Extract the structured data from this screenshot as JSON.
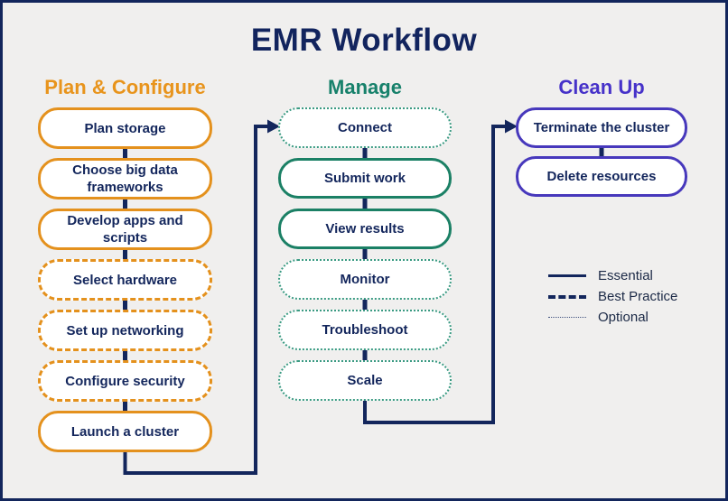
{
  "title": "EMR Workflow",
  "columns": [
    {
      "label": "Plan & Configure",
      "color": "#E4911D",
      "items": [
        {
          "label": "Plan storage",
          "style": "essential"
        },
        {
          "label": "Choose big data frameworks",
          "style": "essential"
        },
        {
          "label": "Develop apps and scripts",
          "style": "essential"
        },
        {
          "label": "Select hardware",
          "style": "best-practice"
        },
        {
          "label": "Set up networking",
          "style": "best-practice"
        },
        {
          "label": "Configure security",
          "style": "best-practice"
        },
        {
          "label": "Launch a cluster",
          "style": "essential"
        }
      ]
    },
    {
      "label": "Manage",
      "color": "#17816B",
      "items": [
        {
          "label": "Connect",
          "style": "optional"
        },
        {
          "label": "Submit work",
          "style": "essential"
        },
        {
          "label": "View results",
          "style": "essential"
        },
        {
          "label": "Monitor",
          "style": "optional"
        },
        {
          "label": "Troubleshoot",
          "style": "optional"
        },
        {
          "label": "Scale",
          "style": "optional"
        }
      ]
    },
    {
      "label": "Clean Up",
      "color": "#4738BC",
      "items": [
        {
          "label": "Terminate the cluster",
          "style": "essential"
        },
        {
          "label": "Delete resources",
          "style": "essential"
        }
      ]
    }
  ],
  "legend": {
    "items": [
      {
        "label": "Essential",
        "style": "essential"
      },
      {
        "label": "Best Practice",
        "style": "best-practice"
      },
      {
        "label": "Optional",
        "style": "optional"
      }
    ]
  },
  "connections": [
    {
      "from": "Launch a cluster",
      "to": "Connect",
      "style": "essential"
    },
    {
      "from": "Scale",
      "to": "Terminate the cluster",
      "style": "essential"
    }
  ],
  "colors": {
    "navy": "#13265C",
    "orange": "#E4911D",
    "teal": "#1B8065",
    "purple": "#4738BC",
    "background": "#F0EFEE",
    "node_fill": "#FFFFFF"
  }
}
